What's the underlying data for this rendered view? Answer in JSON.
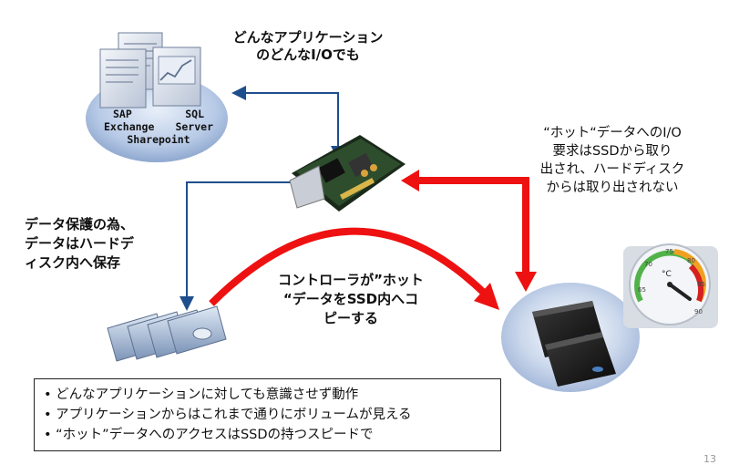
{
  "server": {
    "labels": [
      "SAP",
      "SQL",
      "Exchange",
      "Server",
      "Sharepoint"
    ]
  },
  "labels": {
    "any_app_line1": "どんなアプリケーション",
    "any_app_line2": "のどんなI/Oでも",
    "hot_io_line1": "“ホット“データへのI/O",
    "hot_io_line2": "要求はSSDから取り",
    "hot_io_line3": "出され、ハードディスク",
    "hot_io_line4": "からは取り出されない",
    "protect_line1": "データ保護の為、",
    "protect_line2": "データはハードデ",
    "protect_line3": "ィスク内へ保存",
    "controller_line1": "コントローラが”ホット",
    "controller_line2": "“データをSSD内へコ",
    "controller_line3": "ピーする"
  },
  "gauge": {
    "unit": "°C",
    "ticks": [
      "65",
      "70",
      "75",
      "80",
      "85",
      "90"
    ]
  },
  "notes": {
    "items": [
      "どんなアプリケーションに対しても意識させず動作",
      "アプリケーションからはこれまで通りにボリュームが見える",
      "“ホット”データへのアクセスはSSDの持つスピードで"
    ]
  },
  "page_number": "13",
  "colors": {
    "red_arrow": "#ee1111",
    "blue_arrow": "#1f4e8c",
    "bubble": "#9fb6d8"
  }
}
